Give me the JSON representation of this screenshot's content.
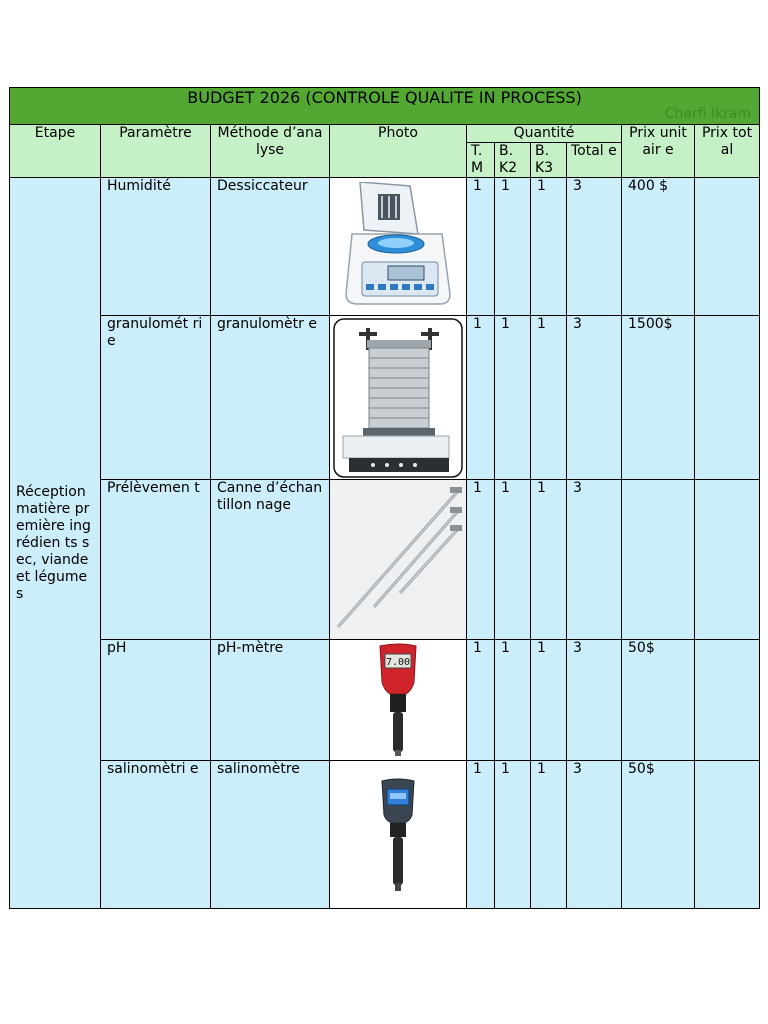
{
  "title": "BUDGET 2026 (CONTROLE QUALITE IN PROCESS)",
  "author_watermark": "Charfi Ikram",
  "headers": {
    "etape": "Etape",
    "parametre": "Paramètre",
    "methode": "Méthode d’analyse",
    "photo": "Photo",
    "quantite": "Quantité",
    "tm": "T. M",
    "bk2": "B. K2",
    "bk3": "B. K3",
    "total": "Total e",
    "prix_unitaire": "Prix unitair e",
    "prix_total": "Prix total"
  },
  "stage": "Réception matière première ingrédien ts sec, viande et légumes",
  "rows": [
    {
      "parametre": "Humidité",
      "methode": "Dessiccateur",
      "photo_icon": "moisture-analyzer-icon",
      "tm": "1",
      "bk2": "1",
      "bk3": "1",
      "total": "3",
      "prix_unitaire": "400 $",
      "prix_total": ""
    },
    {
      "parametre": "granulomét rie",
      "methode": "granulomètr e",
      "photo_icon": "sieve-shaker-icon",
      "tm": "1",
      "bk2": "1",
      "bk3": "1",
      "total": "3",
      "prix_unitaire": "1500$",
      "prix_total": ""
    },
    {
      "parametre": "Prélèvemen t",
      "methode": "Canne d’échantillon nage",
      "photo_icon": "sampling-probe-icon",
      "tm": "1",
      "bk2": "1",
      "bk3": "1",
      "total": "3",
      "prix_unitaire": "",
      "prix_total": ""
    },
    {
      "parametre": "pH",
      "methode": "pH-mètre",
      "photo_icon": "ph-meter-icon",
      "photo_readout": "7.00",
      "tm": "1",
      "bk2": "1",
      "bk3": "1",
      "total": "3",
      "prix_unitaire": "50$",
      "prix_total": ""
    },
    {
      "parametre": "salinomètri e",
      "methode": "salinomètre",
      "photo_icon": "salinometer-icon",
      "tm": "1",
      "bk2": "1",
      "bk3": "1",
      "total": "3",
      "prix_unitaire": "50$",
      "prix_total": ""
    }
  ],
  "colors": {
    "title_bg": "#52a832",
    "header_bg": "#c6f0c6",
    "body_bg": "#cceefa"
  }
}
